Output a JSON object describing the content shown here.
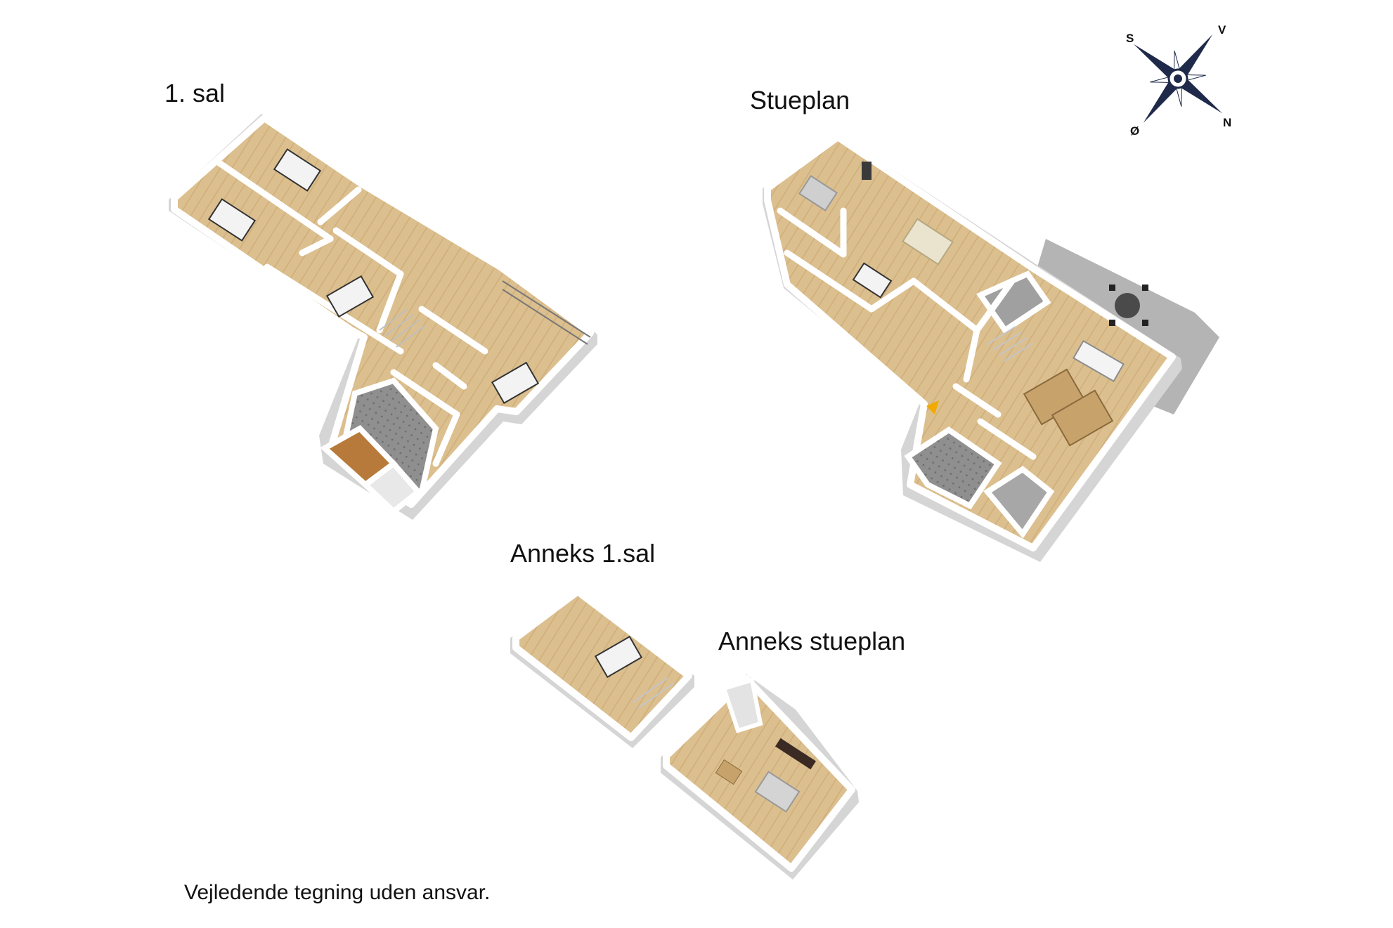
{
  "labels": {
    "first_floor": "1. sal",
    "ground_floor": "Stueplan",
    "annex_first_floor": "Anneks 1.sal",
    "annex_ground_floor": "Anneks stueplan",
    "disclaimer": "Vejledende tegning uden ansvar."
  },
  "compass": {
    "north": "N",
    "south": "S",
    "east": "Ø",
    "west": "V"
  },
  "colors": {
    "floor_wood": "#dcbf8e",
    "wall_top": "#ffffff",
    "wall_side": "#d9d9d9",
    "tile": "#9a9a9a",
    "terrace": "#b7b7b7",
    "compass_navy": "#1f2a4a"
  }
}
